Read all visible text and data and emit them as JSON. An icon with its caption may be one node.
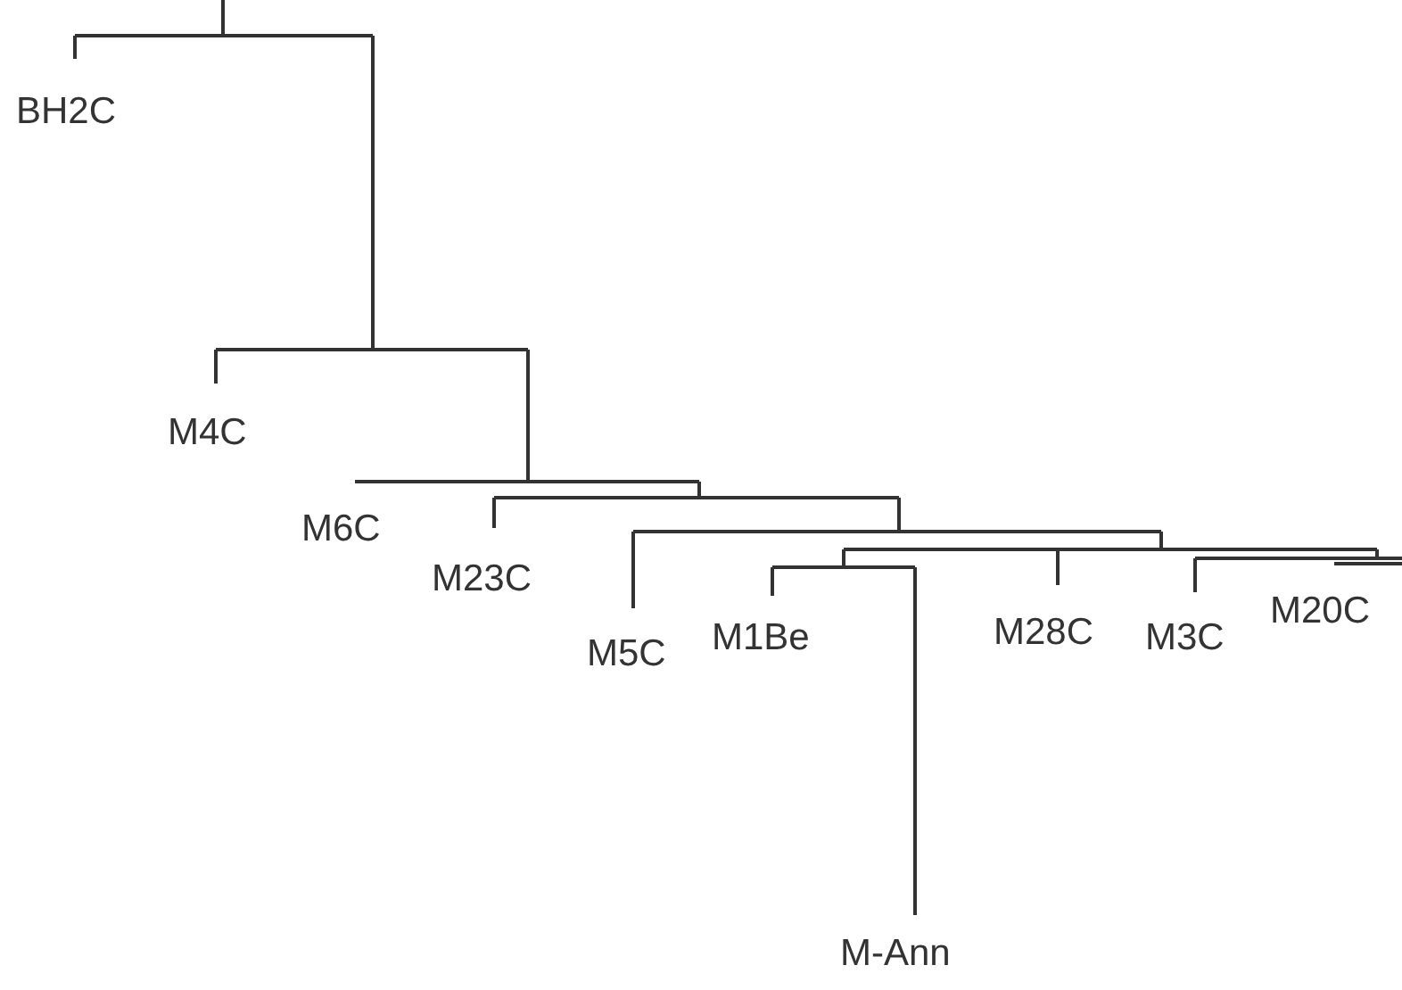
{
  "diagram": {
    "labels": [
      "BH2C",
      "M4C",
      "M6C",
      "M23C",
      "M5C",
      "M1Be",
      "M28C",
      "M3C",
      "M20C",
      "M-Ann"
    ]
  }
}
